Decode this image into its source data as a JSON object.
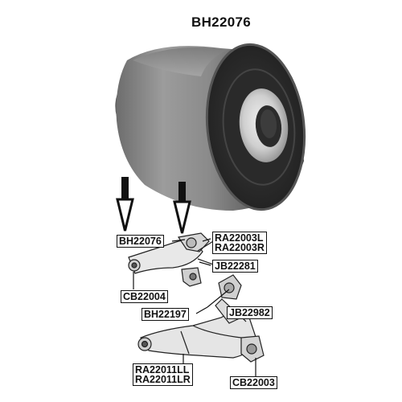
{
  "title": "BH22076",
  "labels": {
    "bh22076": "BH22076",
    "ra22003l": "RA22003L",
    "ra22003r": "RA22003R",
    "jb22281": "JB22281",
    "cb22004": "CB22004",
    "bh22197": "BH22197",
    "jb22982": "JB22982",
    "ra22011ll": "RA22011LL",
    "ra22011lr": "RA22011LR",
    "cb22003": "CB22003"
  }
}
